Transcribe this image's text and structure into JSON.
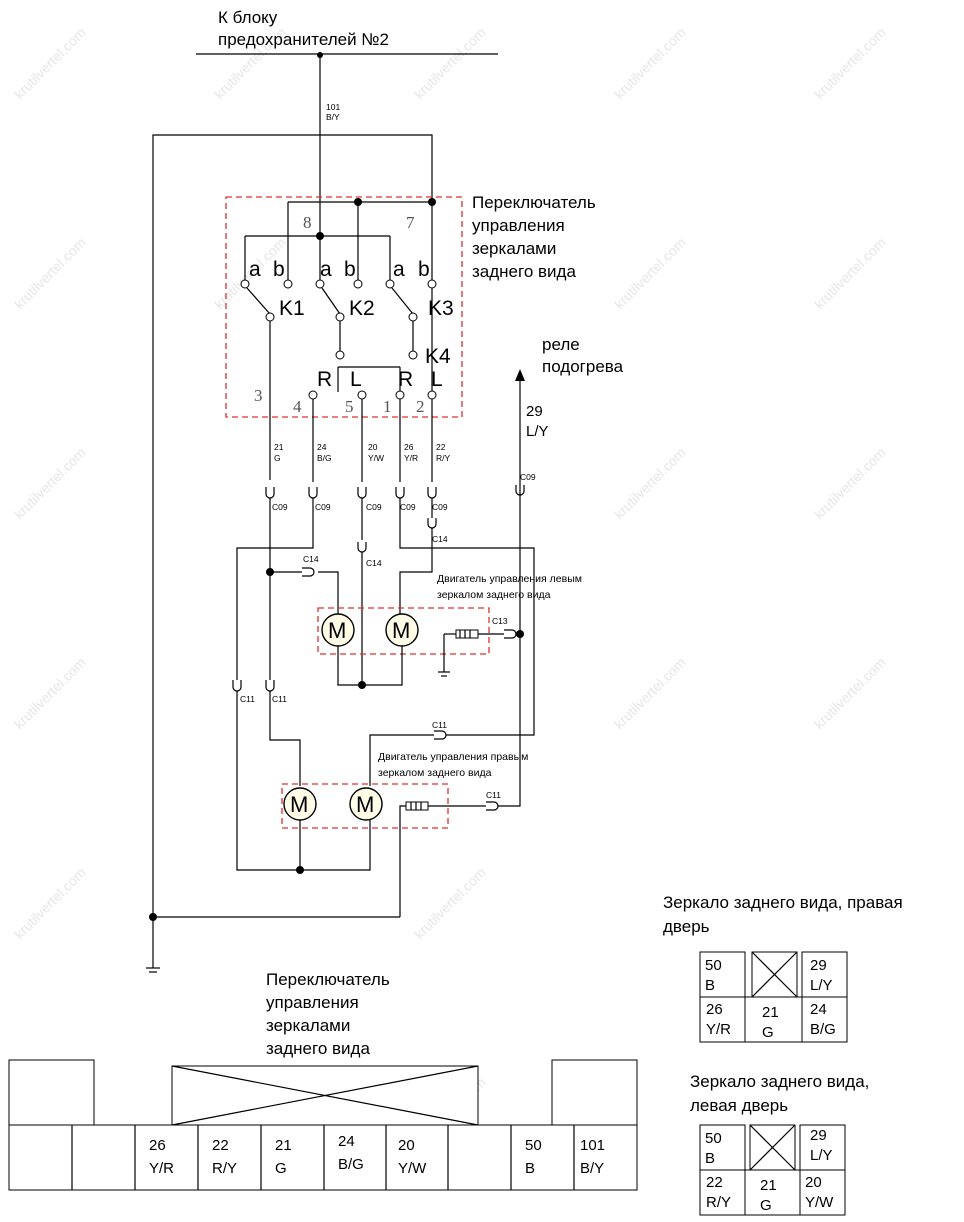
{
  "fuse_block_label": [
    "К блоку",
    "предохранителей №2"
  ],
  "feed_wire": {
    "number": "101",
    "color": "B/Y"
  },
  "switch_title": [
    "Переключатель",
    "управления",
    "зеркалами",
    "заднего вида"
  ],
  "switch_contacts": {
    "a": "a",
    "b": "b",
    "k1": "K1",
    "k2": "K2",
    "k3": "K3",
    "k4": "K4",
    "r": "R",
    "l": "L"
  },
  "pin_numbers": {
    "p1": "1",
    "p2": "2",
    "p3": "3",
    "p4": "4",
    "p5": "5",
    "p7": "7",
    "p8": "8"
  },
  "heater_relay_label": [
    "реле",
    "подогрева"
  ],
  "heater_wire": {
    "number": "29",
    "color": "L/Y"
  },
  "wires": [
    {
      "number": "21",
      "color": "G"
    },
    {
      "number": "24",
      "color": "B/G"
    },
    {
      "number": "20",
      "color": "Y/W"
    },
    {
      "number": "26",
      "color": "Y/R"
    },
    {
      "number": "22",
      "color": "R/Y"
    }
  ],
  "connectors": {
    "c09": "C09",
    "c11": "C11",
    "c13": "C13",
    "c14": "C14"
  },
  "left_motor_label": [
    "Двигатель управления левым",
    "зеркалом заднего вида"
  ],
  "right_motor_label": [
    "Двигатель управления правым",
    "зеркалом заднего вида"
  ],
  "motor_symbol": "M",
  "watermark": "krutilvertel.com",
  "switch_connector": {
    "title": [
      "Переключатель",
      "управления",
      "зеркалами",
      "заднего вида"
    ],
    "cells": [
      {
        "number": "",
        "color": ""
      },
      {
        "number": "",
        "color": ""
      },
      {
        "number": "26",
        "color": "Y/R"
      },
      {
        "number": "22",
        "color": "R/Y"
      },
      {
        "number": "21",
        "color": "G"
      },
      {
        "number": "24",
        "color": "B/G"
      },
      {
        "number": "20",
        "color": "Y/W"
      },
      {
        "number": "",
        "color": ""
      },
      {
        "number": "50",
        "color": "B"
      },
      {
        "number": "101",
        "color": "B/Y"
      }
    ]
  },
  "right_mirror_connector": {
    "title": [
      "Зеркало заднего вида, правая",
      "дверь"
    ],
    "top": [
      {
        "number": "50",
        "color": "B"
      },
      {
        "number": "",
        "color": ""
      },
      {
        "number": "29",
        "color": "L/Y"
      }
    ],
    "bottom": [
      {
        "number": "26",
        "color": "Y/R"
      },
      {
        "number": "21",
        "color": "G"
      },
      {
        "number": "24",
        "color": "B/G"
      }
    ]
  },
  "left_mirror_connector": {
    "title": [
      "Зеркало заднего вида,",
      "левая дверь"
    ],
    "top": [
      {
        "number": "50",
        "color": "B"
      },
      {
        "number": "",
        "color": ""
      },
      {
        "number": "29",
        "color": "L/Y"
      }
    ],
    "bottom": [
      {
        "number": "22",
        "color": "R/Y"
      },
      {
        "number": "21",
        "color": "G"
      },
      {
        "number": "20",
        "color": "Y/W"
      }
    ]
  }
}
